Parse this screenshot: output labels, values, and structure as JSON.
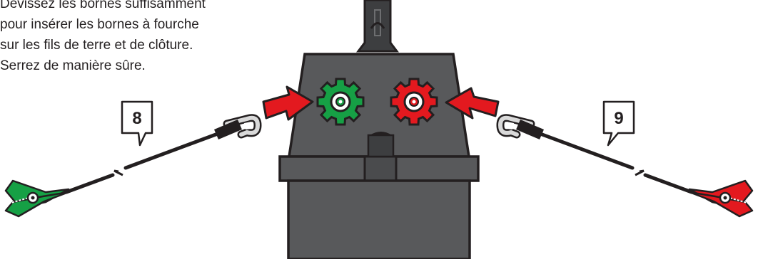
{
  "instruction": {
    "lines": [
      "Dévissez les bornes suffisamment",
      "pour insérer les bornes à fourche",
      "sur les fils de terre et de clôture.",
      "Serrez de manière sûre."
    ]
  },
  "callouts": {
    "left": "8",
    "right": "9"
  },
  "colors": {
    "housing": "#58595b",
    "housing_dark": "#3d3e40",
    "terminal_green": "#16a045",
    "terminal_red": "#e3191f",
    "arrow_red": "#e3191f",
    "clip_green": "#16a045",
    "clip_red": "#e3191f"
  },
  "icons": {
    "left_terminal": "gear-terminal-icon",
    "right_terminal": "gear-terminal-icon",
    "left_arrow": "arrow-right-icon",
    "right_arrow": "arrow-left-icon"
  }
}
